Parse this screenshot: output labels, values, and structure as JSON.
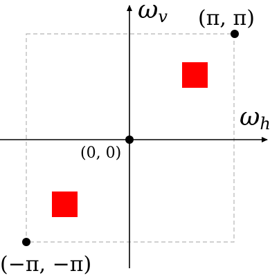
{
  "axes": {
    "horizontal_label": "ω",
    "horizontal_subscript": "h",
    "vertical_label": "ω",
    "vertical_subscript": "v"
  },
  "points": {
    "origin_label": "(0, 0)",
    "top_right_label": "(π, π)",
    "bottom_left_label": "(−π, −π)"
  },
  "colors": {
    "square_fill": "#ff0000",
    "box_stroke": "#b3b3b3",
    "axis_color": "#000000"
  }
}
